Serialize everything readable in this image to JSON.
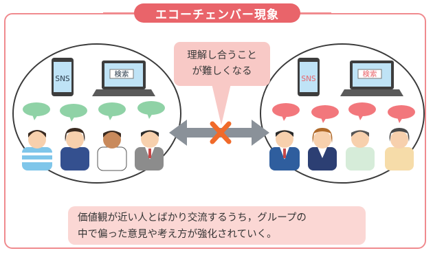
{
  "title": "エコーチェンバー現象",
  "speech": {
    "line1": "理解し合うこと",
    "line2": "が難しくなる"
  },
  "left_group": {
    "phone_label": "SNS",
    "laptop_label": "検索",
    "bubble_color": "#8fd2a6"
  },
  "right_group": {
    "phone_label": "SNS",
    "laptop_label": "検索",
    "bubble_color": "#f2777c"
  },
  "caption": {
    "line1": "価値観が近い人とばかり交流するうち，グループの",
    "line2": "中で偏った意見や考え方が強化されていく。"
  },
  "colors": {
    "accent": "#e9646a",
    "frame": "#f08a8e",
    "arrow": "#8a9199",
    "cross": "#f06a2a"
  }
}
